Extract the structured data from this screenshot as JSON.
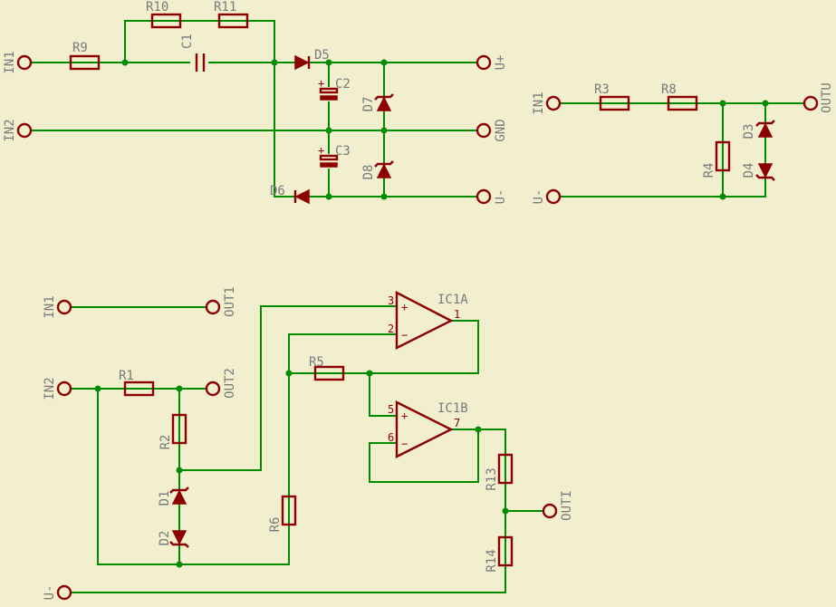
{
  "diagram": {
    "title": "",
    "colors": {
      "background": "#f2efcf",
      "wire": "#008c00",
      "component": "#8c0000",
      "label": "#7a7a7a"
    },
    "ports": [
      {
        "id": "p_in1_a",
        "label": "IN1"
      },
      {
        "id": "p_in2_a",
        "label": "IN2"
      },
      {
        "id": "p_vplus",
        "label": "U+"
      },
      {
        "id": "p_gnd",
        "label": "GND"
      },
      {
        "id": "p_vminus_a",
        "label": "U-"
      },
      {
        "id": "p_in1_b",
        "label": "IN1"
      },
      {
        "id": "p_vminus_b",
        "label": "U-"
      },
      {
        "id": "p_outu",
        "label": "OUTU"
      },
      {
        "id": "p_in1_c",
        "label": "IN1"
      },
      {
        "id": "p_out1",
        "label": "OUT1"
      },
      {
        "id": "p_in2_c",
        "label": "IN2"
      },
      {
        "id": "p_out2",
        "label": "OUT2"
      },
      {
        "id": "p_outi",
        "label": "OUTI"
      },
      {
        "id": "p_vminus_c",
        "label": "U-"
      }
    ],
    "components": [
      {
        "id": "R9",
        "label": "R9",
        "type": "resistor"
      },
      {
        "id": "R10",
        "label": "R10",
        "type": "resistor"
      },
      {
        "id": "R11",
        "label": "R11",
        "type": "resistor"
      },
      {
        "id": "C1",
        "label": "C1",
        "type": "capacitor"
      },
      {
        "id": "D5",
        "label": "D5",
        "type": "diode"
      },
      {
        "id": "D6",
        "label": "D6",
        "type": "diode"
      },
      {
        "id": "C2",
        "label": "C2",
        "type": "electrolytic-capacitor"
      },
      {
        "id": "C3",
        "label": "C3",
        "type": "electrolytic-capacitor"
      },
      {
        "id": "D7",
        "label": "D7",
        "type": "zener-diode"
      },
      {
        "id": "D8",
        "label": "D8",
        "type": "zener-diode"
      },
      {
        "id": "R3",
        "label": "R3",
        "type": "resistor"
      },
      {
        "id": "R8",
        "label": "R8",
        "type": "resistor"
      },
      {
        "id": "R4",
        "label": "R4",
        "type": "resistor"
      },
      {
        "id": "D3",
        "label": "D3",
        "type": "zener-diode"
      },
      {
        "id": "D4",
        "label": "D4",
        "type": "zener-diode"
      },
      {
        "id": "R1",
        "label": "R1",
        "type": "resistor"
      },
      {
        "id": "R2",
        "label": "R2",
        "type": "resistor"
      },
      {
        "id": "D1",
        "label": "D1",
        "type": "zener-diode"
      },
      {
        "id": "D2",
        "label": "D2",
        "type": "zener-diode"
      },
      {
        "id": "R6",
        "label": "R6",
        "type": "resistor"
      },
      {
        "id": "R5",
        "label": "R5",
        "type": "resistor"
      },
      {
        "id": "IC1A",
        "label": "IC1A",
        "type": "op-amp",
        "pins": {
          "plus": "3",
          "minus": "2",
          "out": "1"
        }
      },
      {
        "id": "IC1B",
        "label": "IC1B",
        "type": "op-amp",
        "pins": {
          "plus": "5",
          "minus": "6",
          "out": "7"
        }
      },
      {
        "id": "R13",
        "label": "R13",
        "type": "resistor"
      },
      {
        "id": "R14",
        "label": "R14",
        "type": "resistor"
      }
    ],
    "pin_signs": {
      "plus": "+",
      "minus": "−"
    }
  }
}
